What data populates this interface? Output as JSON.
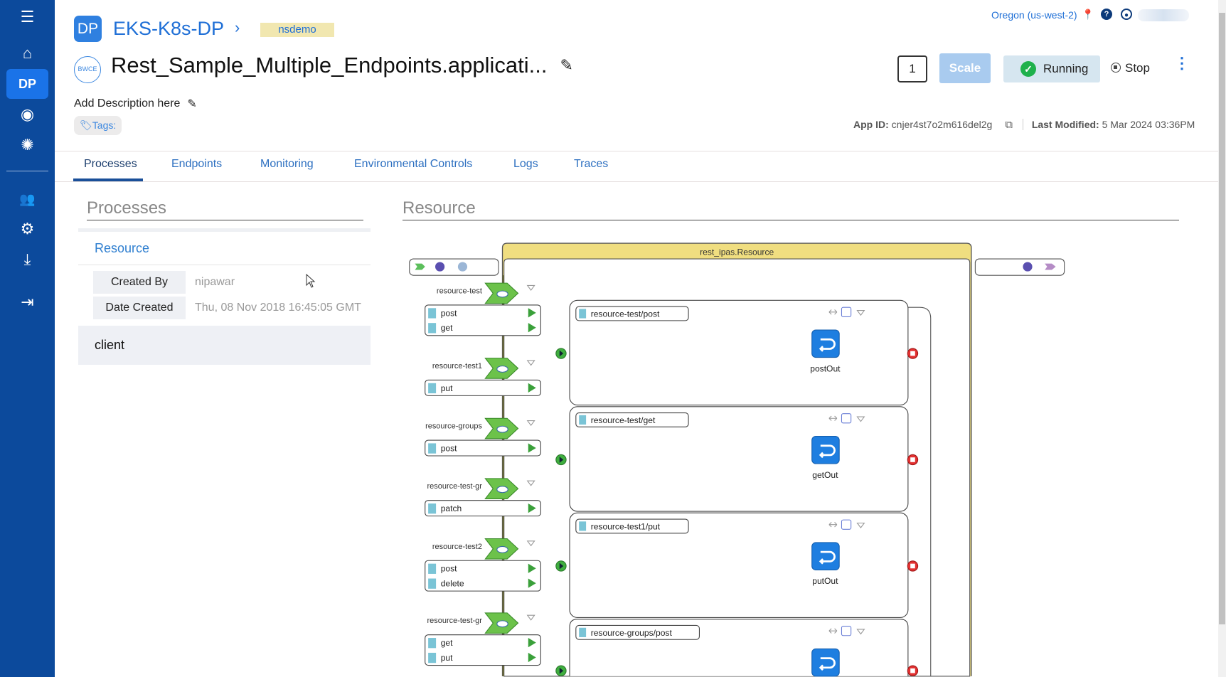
{
  "sidebar": {
    "active_label": "DP",
    "icons": [
      "menu-icon",
      "home-icon",
      "dp-icon",
      "observability-icon",
      "support-icon",
      "users-icon",
      "settings-icon",
      "download-icon",
      "logout-icon"
    ]
  },
  "header": {
    "dp_logo": "DP",
    "dataplane_name": "EKS-K8s-DP",
    "namespace": "nsdemo",
    "app_badge": "BWCE",
    "app_title": "Rest_Sample_Multiple_Endpoints.applicati...",
    "description": "Add Description here",
    "tags_label": "Tags:",
    "region": "Oregon (us-west-2)",
    "replicas": "1",
    "scale_label": "Scale",
    "status_label": "Running",
    "stop_label": "Stop",
    "app_id_label": "App ID:",
    "app_id": "cnjer4st7o2m616del2g",
    "last_modified_label": "Last Modified:",
    "last_modified": "5 Mar 2024 03:36PM"
  },
  "tabs": [
    {
      "label": "Processes",
      "active": true
    },
    {
      "label": "Endpoints"
    },
    {
      "label": "Monitoring"
    },
    {
      "label": "Environmental Controls"
    },
    {
      "label": "Logs"
    },
    {
      "label": "Traces"
    }
  ],
  "processes_panel": {
    "heading": "Processes",
    "items": [
      {
        "name": "Resource",
        "created_by_label": "Created By",
        "created_by": "nipawar",
        "date_created_label": "Date Created",
        "date_created": "Thu, 08 Nov 2018 16:45:05 GMT"
      },
      {
        "name": "client"
      }
    ]
  },
  "diagram": {
    "heading": "Resource",
    "container_title": "rest_ipas.Resource",
    "resources": [
      {
        "label": "resource-test",
        "methods": [
          "post",
          "get"
        ]
      },
      {
        "label": "resource-test1",
        "methods": [
          "put"
        ]
      },
      {
        "label": "resource-groups",
        "methods": [
          "post"
        ]
      },
      {
        "label": "resource-test-gr",
        "methods": [
          "patch"
        ]
      },
      {
        "label": "resource-test2",
        "methods": [
          "post",
          "delete"
        ]
      },
      {
        "label": "resource-test-gr",
        "methods": [
          "get",
          "put"
        ]
      }
    ],
    "subprocesses": [
      {
        "label": "resource-test/post",
        "output": "postOut"
      },
      {
        "label": "resource-test/get",
        "output": "getOut"
      },
      {
        "label": "resource-test1/put",
        "output": "putOut"
      },
      {
        "label": "resource-groups/post",
        "output": ""
      }
    ],
    "colors": {
      "container_header": "#f0de80",
      "start": "#3fae3f",
      "stop": "#e23030",
      "reply": "#1e7ee0"
    }
  }
}
